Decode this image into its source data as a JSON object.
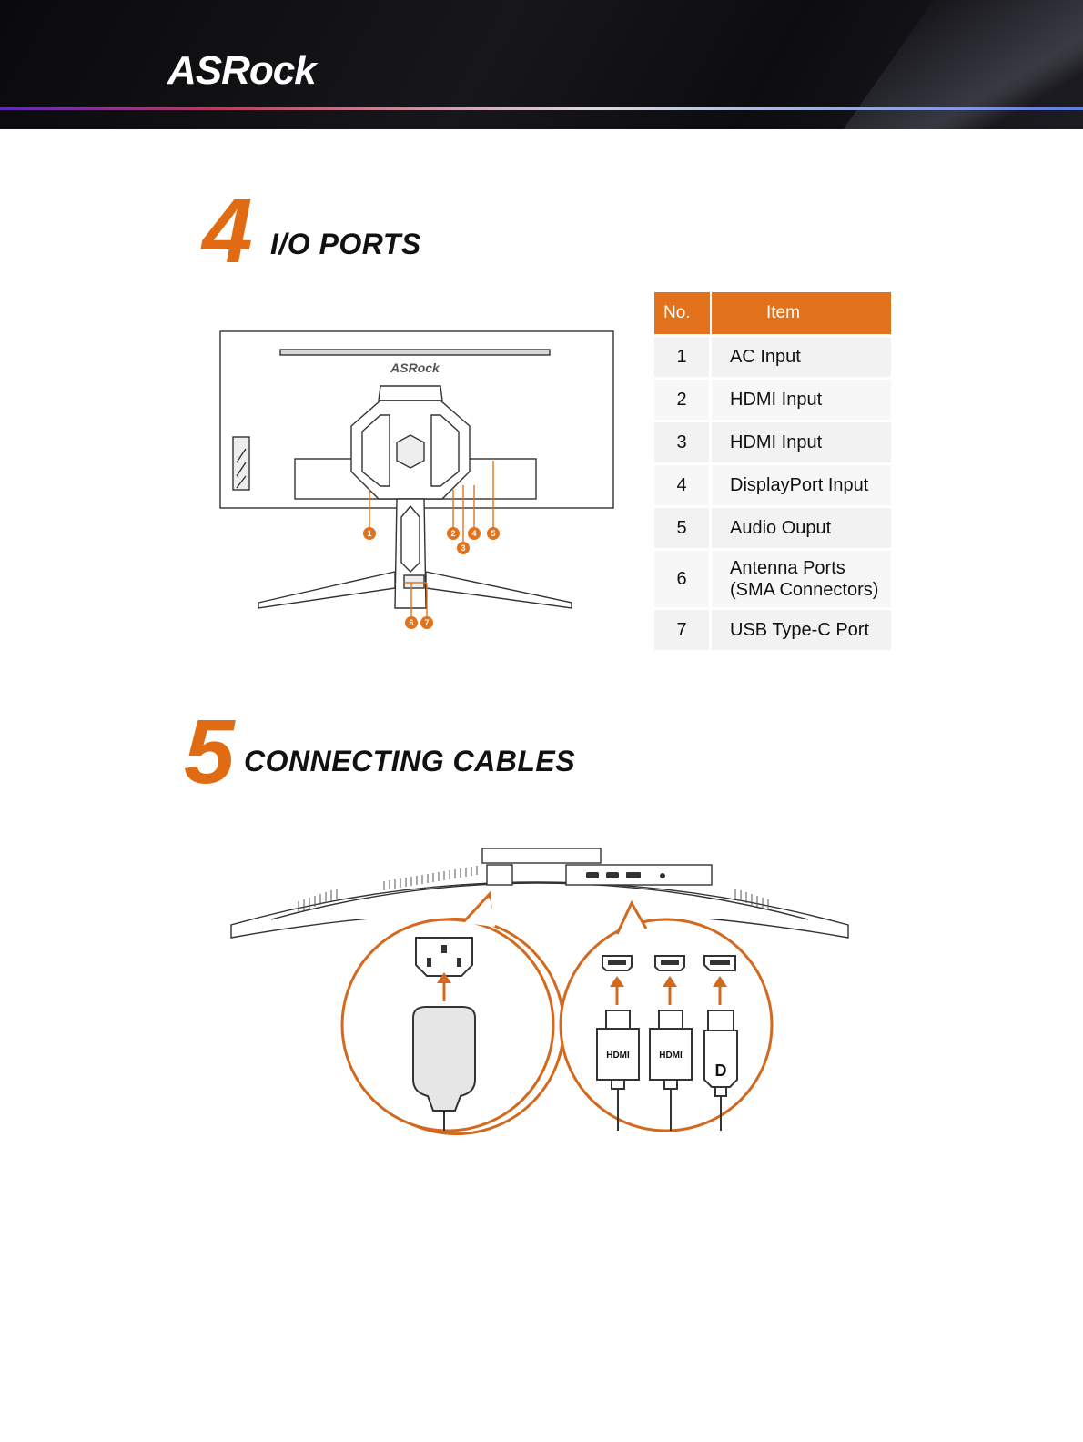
{
  "brand": {
    "logo_text": "ASRock"
  },
  "sections": [
    {
      "number": "4",
      "title": "I/O PORTS"
    },
    {
      "number": "5",
      "title": "CONNECTING CABLES"
    }
  ],
  "io_table": {
    "headers": {
      "no": "No.",
      "item": "Item"
    },
    "rows": [
      {
        "no": "1",
        "item": "AC Input",
        "item2": ""
      },
      {
        "no": "2",
        "item": "HDMI Input",
        "item2": ""
      },
      {
        "no": "3",
        "item": "HDMI Input",
        "item2": ""
      },
      {
        "no": "4",
        "item": "DisplayPort Input",
        "item2": ""
      },
      {
        "no": "5",
        "item": "Audio Ouput",
        "item2": ""
      },
      {
        "no": "6",
        "item": "Antenna Ports",
        "item2": "(SMA Connectors)"
      },
      {
        "no": "7",
        "item": "USB Type-C Port",
        "item2": ""
      }
    ]
  },
  "diagram_rear": {
    "logo_text": "ASRock",
    "callouts": [
      "1",
      "2",
      "3",
      "4",
      "5",
      "6",
      "7"
    ]
  },
  "diagram_cables": {
    "hdmi_label": "HDMI",
    "dp_label": "D"
  },
  "colors": {
    "accent": "#e2731c",
    "header_bg": "#111114"
  }
}
